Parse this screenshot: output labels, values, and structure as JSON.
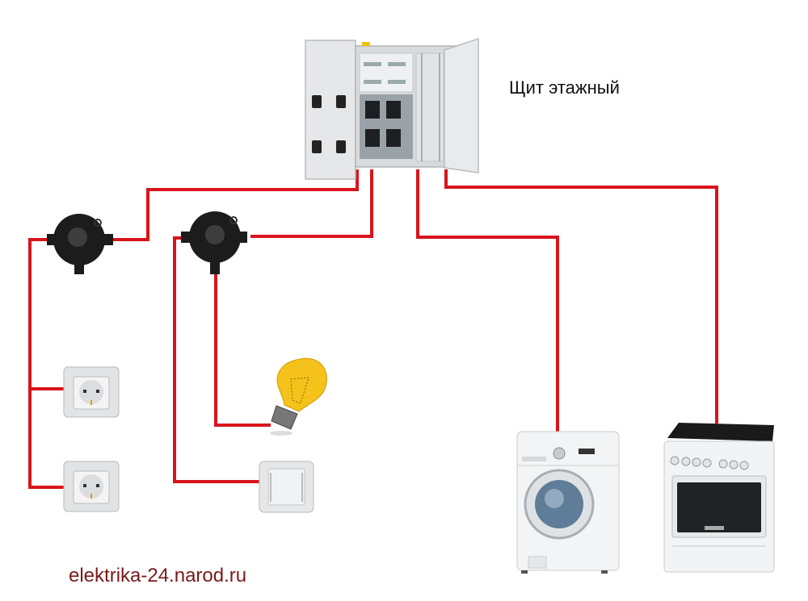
{
  "diagram": {
    "panel_label": "Щит этажный",
    "footer_text": "elektrika-24.narod.ru",
    "colors": {
      "wire": "#d8141a",
      "panel": "#e4e6e8",
      "junction_box": "#1c1c1c",
      "bulb": "#f4c21a",
      "footer_text": "#7a1a1a"
    },
    "components": [
      {
        "id": "floor-panel",
        "label": "Щит этажный"
      },
      {
        "id": "junction-box-1"
      },
      {
        "id": "junction-box-2"
      },
      {
        "id": "socket-1"
      },
      {
        "id": "socket-2"
      },
      {
        "id": "light-bulb"
      },
      {
        "id": "light-switch"
      },
      {
        "id": "washing-machine"
      },
      {
        "id": "electric-stove"
      }
    ],
    "connections": [
      {
        "from": "floor-panel",
        "to": "junction-box-1"
      },
      {
        "from": "floor-panel",
        "to": "junction-box-2"
      },
      {
        "from": "floor-panel",
        "to": "washing-machine"
      },
      {
        "from": "floor-panel",
        "to": "electric-stove"
      },
      {
        "from": "junction-box-1",
        "to": "socket-1"
      },
      {
        "from": "junction-box-1",
        "to": "socket-2"
      },
      {
        "from": "junction-box-2",
        "to": "light-bulb"
      },
      {
        "from": "junction-box-2",
        "to": "light-switch"
      }
    ]
  }
}
